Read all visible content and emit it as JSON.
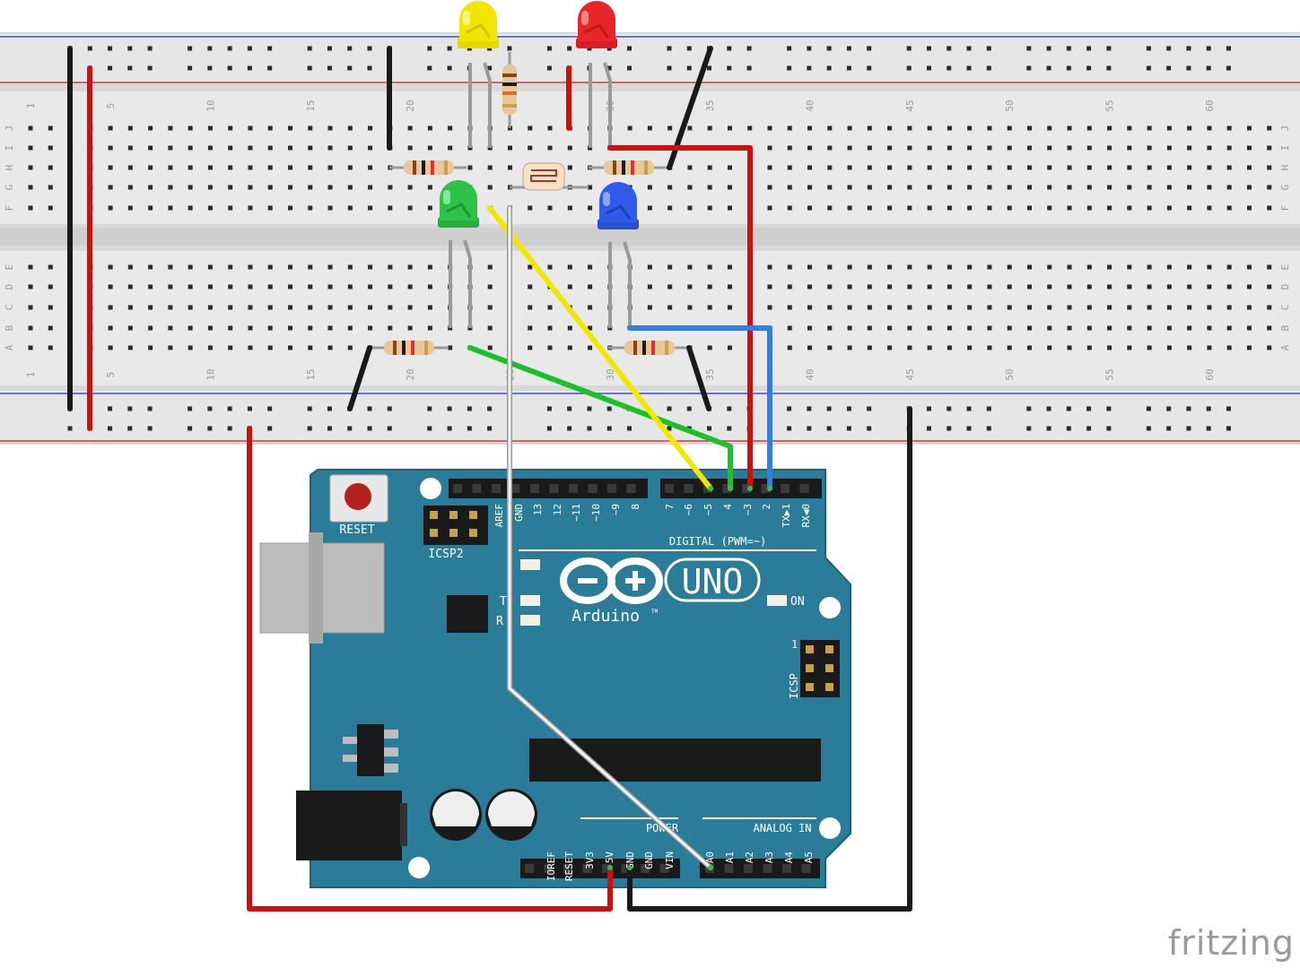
{
  "breadboard": {
    "column_labels": [
      "1",
      "5",
      "10",
      "15",
      "20",
      "25",
      "30",
      "35",
      "40",
      "45",
      "50",
      "55",
      "60"
    ],
    "row_labels_top": [
      "J",
      "I",
      "H",
      "G",
      "F"
    ],
    "row_labels_bottom": [
      "E",
      "D",
      "C",
      "B",
      "A"
    ]
  },
  "arduino": {
    "reset_label": "RESET",
    "icsp2_label": "ICSP2",
    "icsp_label": "ICSP",
    "icsp_pin1": "1",
    "aref": "AREF",
    "gnd": "GND",
    "digital_pins": [
      "13",
      "12",
      "~11",
      "~10",
      "~9",
      "8",
      "7",
      "~6",
      "~5",
      "4",
      "~3",
      "2",
      "TX▶1",
      "RX◀0"
    ],
    "digital_label": "DIGITAL (PWM=~)",
    "tx_led": "T",
    "rx_led": "R",
    "on_label": "ON",
    "brand_uno": "UNO",
    "brand_arduino": "Arduino",
    "trademark": "TM",
    "power_label": "POWER",
    "power_pins": [
      "IOREF",
      "RESET",
      "3V3",
      "5V",
      "GND",
      "GND",
      "VIN"
    ],
    "analog_label": "ANALOG IN",
    "analog_pins": [
      "A0",
      "A1",
      "A2",
      "A3",
      "A4",
      "A5"
    ]
  },
  "components": {
    "leds": [
      "yellow-led",
      "red-led",
      "green-led",
      "blue-led"
    ],
    "colors": {
      "yellow": "#f2e600",
      "red": "#e8262a",
      "green": "#2ec24a",
      "blue": "#2f5be8",
      "board": "#2b7c98",
      "wire_red": "#cc1010",
      "wire_black": "#1a1a1a",
      "wire_yellow": "#f0e800",
      "wire_green": "#1fbf2a",
      "wire_blue": "#2f7fe0",
      "wire_white": "#f4f4f4"
    }
  },
  "footer": {
    "brand": "fritzing"
  }
}
